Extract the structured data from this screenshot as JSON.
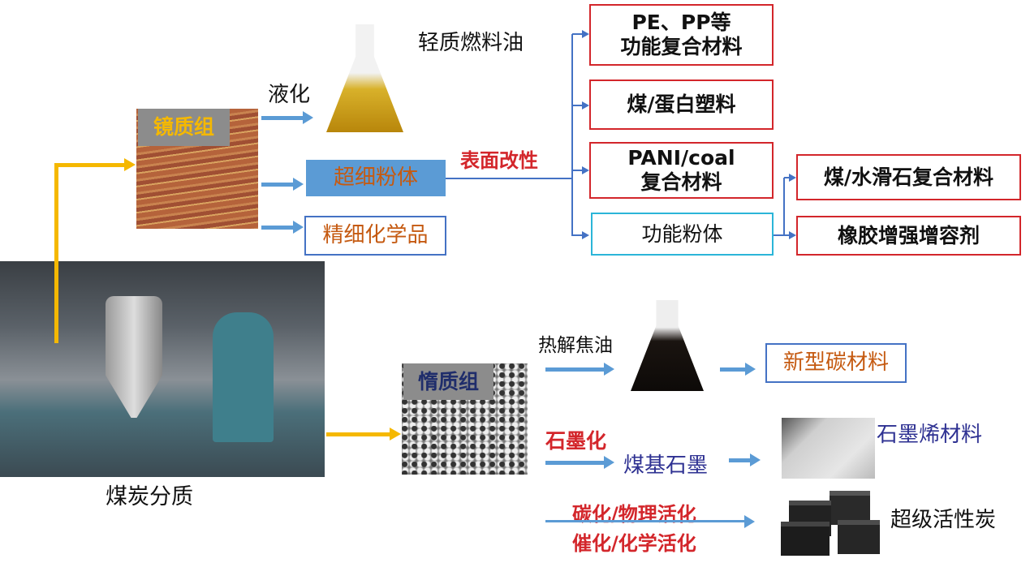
{
  "source": {
    "label": "煤炭分质"
  },
  "vitrinite": {
    "label": "镜质组",
    "liquefaction": "液化",
    "fuel_oil": "轻质燃料油",
    "ultrafine": "超细粉体",
    "fine_chem": "精细化学品",
    "surface_mod": "表面改性",
    "products": [
      {
        "line1": "PE、PP等",
        "line2": "功能复合材料"
      },
      {
        "line1": "煤/蛋白塑料"
      },
      {
        "line1": "PANI/coal",
        "line2": "复合材料"
      },
      {
        "line1": "功能粉体"
      }
    ],
    "powder_products": [
      "煤/水滑石复合材料",
      "橡胶增强增容剂"
    ]
  },
  "inertinite": {
    "label": "惰质组",
    "pyrolysis": "热解焦油",
    "new_carbon": "新型碳材料",
    "graphitization": "石墨化",
    "coal_graphite": "煤基石墨",
    "graphene": "石墨烯材料",
    "carb1": "碳化/物理活化",
    "carb2": "催化/化学活化",
    "activated_carbon": "超级活性炭"
  },
  "colors": {
    "arrow": "#5b9bd5",
    "yellow": "#f5b800",
    "red": "#d3262b",
    "navy": "#2e3192",
    "orange": "#c55a11"
  }
}
